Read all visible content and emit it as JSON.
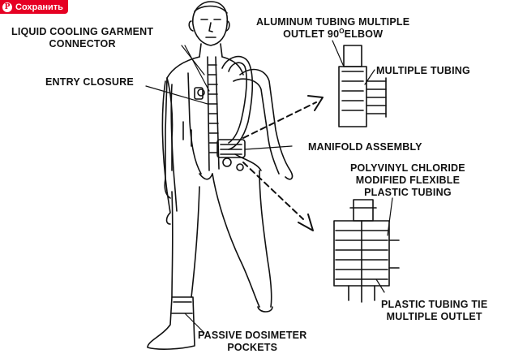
{
  "pin_button": {
    "label": "Сохранить",
    "icon": "pinterest-icon",
    "color": "#e60023"
  },
  "labels": {
    "lcg_connector": [
      "LIQUID COOLING GARMENT",
      "CONNECTOR"
    ],
    "entry_closure": "ENTRY CLOSURE",
    "aluminum_tubing": [
      "ALUMINUM TUBING MULTIPLE",
      "OUTLET 90",
      "O",
      "ELBOW"
    ],
    "multiple_tubing": "MULTIPLE TUBING",
    "manifold_assembly": "MANIFOLD ASSEMBLY",
    "pvc_tubing": [
      "POLYVINYL CHLORIDE",
      "MODIFIED FLEXIBLE",
      "PLASTIC TUBING"
    ],
    "tubing_tie": [
      "PLASTIC TUBING TIE",
      "MULTIPLE OUTLET"
    ],
    "dosimeter": [
      "PASSIVE DOSIMETER",
      "POCKETS"
    ]
  },
  "colors": {
    "ink": "#111111",
    "background": "#ffffff"
  }
}
